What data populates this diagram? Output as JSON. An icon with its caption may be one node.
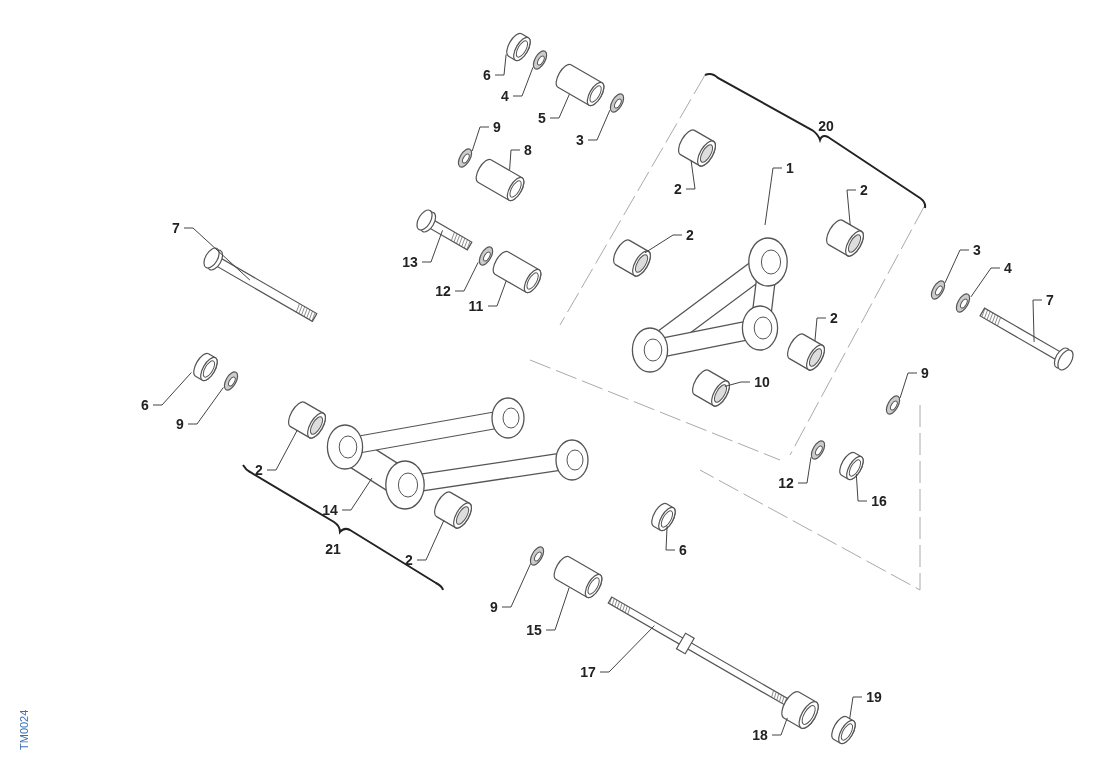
{
  "diagram": {
    "nodes": [
      {
        "text": [
          "6"
        ]
      },
      {
        "text": [],
        "shape": "picture"
      },
      {
        "text": [
          "4"
        ]
      },
      {
        "text": [],
        "shape": "picture"
      },
      {
        "text": [
          "5"
        ]
      },
      {
        "text": [],
        "shape": "picture"
      },
      {
        "text": [
          "3"
        ]
      },
      {
        "text": [],
        "shape": "picture"
      },
      {
        "text": [
          "9"
        ]
      },
      {
        "text": [],
        "shape": "picture"
      },
      {
        "text": [
          "8"
        ]
      },
      {
        "text": [],
        "shape": "picture"
      },
      {
        "text": [
          "2"
        ]
      },
      {
        "text": [],
        "shape": "picture"
      },
      {
        "text": [
          "1"
        ]
      },
      {
        "text": [],
        "shape": "picture"
      },
      {
        "text": [
          "2"
        ]
      },
      {
        "text": [],
        "shape": "picture"
      },
      {
        "text": [
          "7"
        ]
      },
      {
        "text": [],
        "shape": "picture"
      },
      {
        "text": [
          "13"
        ]
      },
      {
        "text": [],
        "shape": "picture"
      },
      {
        "text": [
          "2"
        ]
      },
      {
        "text": [],
        "shape": "picture"
      },
      {
        "text": [
          "12"
        ]
      },
      {
        "text": [],
        "shape": "picture"
      },
      {
        "text": [
          "11"
        ]
      },
      {
        "text": [],
        "shape": "picture"
      },
      {
        "text": [
          "3"
        ]
      },
      {
        "text": [],
        "shape": "picture"
      },
      {
        "text": [
          "4"
        ]
      },
      {
        "text": [],
        "shape": "picture"
      },
      {
        "text": [
          "7"
        ]
      },
      {
        "text": [],
        "shape": "picture"
      },
      {
        "text": [
          "2"
        ]
      },
      {
        "text": [],
        "shape": "picture"
      },
      {
        "text": [
          "10"
        ]
      },
      {
        "text": [],
        "shape": "picture"
      },
      {
        "text": [
          "9"
        ]
      },
      {
        "text": [],
        "shape": "picture"
      },
      {
        "text": [
          "6"
        ]
      },
      {
        "text": [],
        "shape": "picture"
      },
      {
        "text": [
          "9"
        ]
      },
      {
        "text": [],
        "shape": "picture"
      },
      {
        "text": [
          "2"
        ]
      },
      {
        "text": [],
        "shape": "picture"
      },
      {
        "text": [
          "12"
        ]
      },
      {
        "text": [],
        "shape": "picture"
      },
      {
        "text": [
          "16"
        ]
      },
      {
        "text": [],
        "shape": "picture"
      },
      {
        "text": [
          "14"
        ]
      },
      {
        "text": [],
        "shape": "picture"
      },
      {
        "text": [
          "2"
        ]
      },
      {
        "text": [],
        "shape": "picture"
      },
      {
        "text": [
          "6"
        ]
      },
      {
        "text": [],
        "shape": "picture"
      },
      {
        "text": [
          "9"
        ]
      },
      {
        "text": [],
        "shape": "picture"
      },
      {
        "text": [
          "15"
        ]
      },
      {
        "text": [],
        "shape": "picture"
      },
      {
        "text": [
          "17"
        ]
      },
      {
        "text": [],
        "shape": "picture"
      },
      {
        "text": [
          "18"
        ]
      },
      {
        "text": [],
        "shape": "picture"
      },
      {
        "text": [
          "19"
        ]
      },
      {
        "text": [],
        "shape": "picture"
      }
    ],
    "edges": [
      {
        "from": 0,
        "to": 1,
        "arrow": "none"
      },
      {
        "from": 2,
        "to": 3,
        "arrow": "none"
      },
      {
        "from": 4,
        "to": 5,
        "arrow": "none"
      },
      {
        "from": 6,
        "to": 7,
        "arrow": "none"
      },
      {
        "from": 8,
        "to": 9,
        "arrow": "none"
      },
      {
        "from": 10,
        "to": 11,
        "arrow": "none"
      },
      {
        "from": 12,
        "to": 13,
        "arrow": "none"
      },
      {
        "from": 14,
        "to": 15,
        "arrow": "none"
      },
      {
        "from": 16,
        "to": 17,
        "arrow": "none"
      },
      {
        "from": 18,
        "to": 19,
        "arrow": "none"
      },
      {
        "from": 20,
        "to": 21,
        "arrow": "none"
      },
      {
        "from": 22,
        "to": 23,
        "arrow": "none"
      },
      {
        "from": 24,
        "to": 25,
        "arrow": "none"
      },
      {
        "from": 26,
        "to": 27,
        "arrow": "none"
      },
      {
        "from": 28,
        "to": 29,
        "arrow": "none"
      },
      {
        "from": 30,
        "to": 31,
        "arrow": "none"
      },
      {
        "from": 32,
        "to": 33,
        "arrow": "none"
      },
      {
        "from": 34,
        "to": 35,
        "arrow": "none"
      },
      {
        "from": 36,
        "to": 37,
        "arrow": "none"
      },
      {
        "from": 38,
        "to": 39,
        "arrow": "none"
      },
      {
        "from": 40,
        "to": 41,
        "arrow": "none"
      },
      {
        "from": 42,
        "to": 43,
        "arrow": "none"
      },
      {
        "from": 44,
        "to": 45,
        "arrow": "none"
      },
      {
        "from": 46,
        "to": 47,
        "arrow": "none"
      },
      {
        "from": 48,
        "to": 49,
        "arrow": "none"
      },
      {
        "from": 50,
        "to": 51,
        "arrow": "none"
      },
      {
        "from": 52,
        "to": 53,
        "arrow": "none"
      },
      {
        "from": 54,
        "to": 55,
        "arrow": "none"
      },
      {
        "from": 56,
        "to": 57,
        "arrow": "none"
      },
      {
        "from": 58,
        "to": 59,
        "arrow": "none"
      },
      {
        "from": 60,
        "to": 61,
        "arrow": "none"
      },
      {
        "from": 62,
        "to": 63,
        "arrow": "none"
      },
      {
        "from": 64,
        "to": 65,
        "arrow": "none"
      }
    ],
    "labels": [
      "20",
      "21",
      "TM0024"
    ]
  }
}
